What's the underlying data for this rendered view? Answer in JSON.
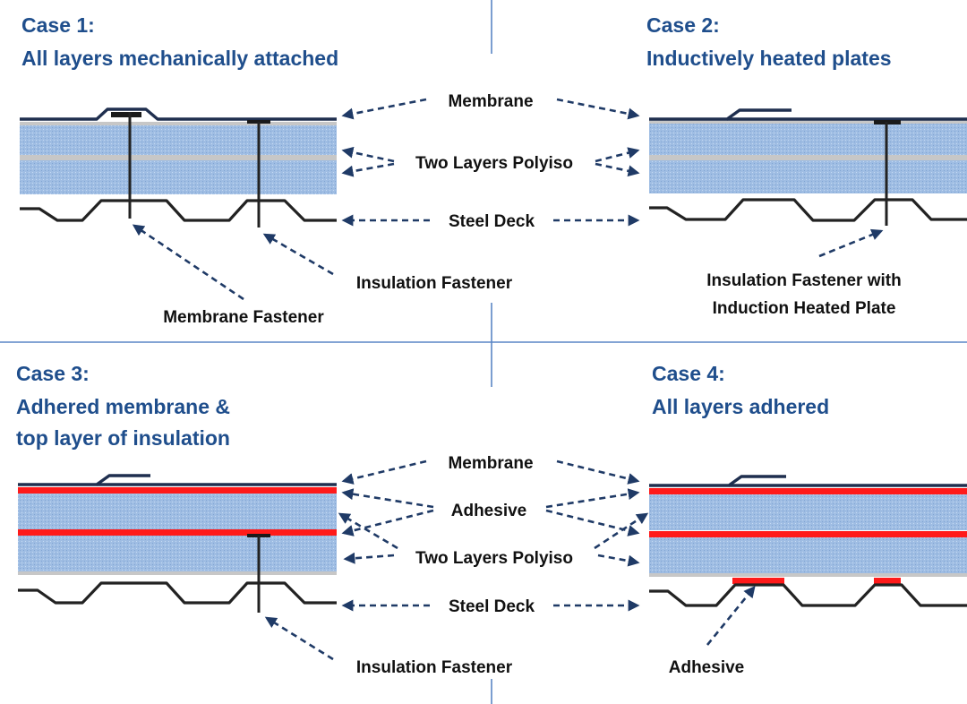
{
  "colors": {
    "title": "#1f4e8c",
    "arrow": "#1f3a66",
    "insulation": "#9fbde3",
    "adhesive": "#ff1a1a",
    "membrane": "#1f2f4f",
    "deck": "#222222"
  },
  "cases": [
    {
      "id": "case1",
      "title": "Case 1:",
      "subtitle": [
        "All layers mechanically attached"
      ]
    },
    {
      "id": "case2",
      "title": "Case 2:",
      "subtitle": [
        "Inductively heated plates"
      ]
    },
    {
      "id": "case3",
      "title": "Case 3:",
      "subtitle": [
        "Adhered membrane &",
        "top layer of insulation"
      ]
    },
    {
      "id": "case4",
      "title": "Case 4:",
      "subtitle": [
        "All layers adhered"
      ]
    }
  ],
  "labels": {
    "top": {
      "membrane": "Membrane",
      "polyiso": "Two Layers Polyiso",
      "steel_deck": "Steel Deck",
      "insulation_fastener": "Insulation Fastener",
      "membrane_fastener": "Membrane Fastener",
      "induction_fastener": [
        "Insulation Fastener with",
        "Induction Heated Plate"
      ]
    },
    "bottom": {
      "membrane": "Membrane",
      "adhesive": "Adhesive",
      "polyiso": "Two Layers Polyiso",
      "steel_deck": "Steel Deck",
      "insulation_fastener": "Insulation Fastener",
      "adhesive_deck": "Adhesive"
    }
  }
}
